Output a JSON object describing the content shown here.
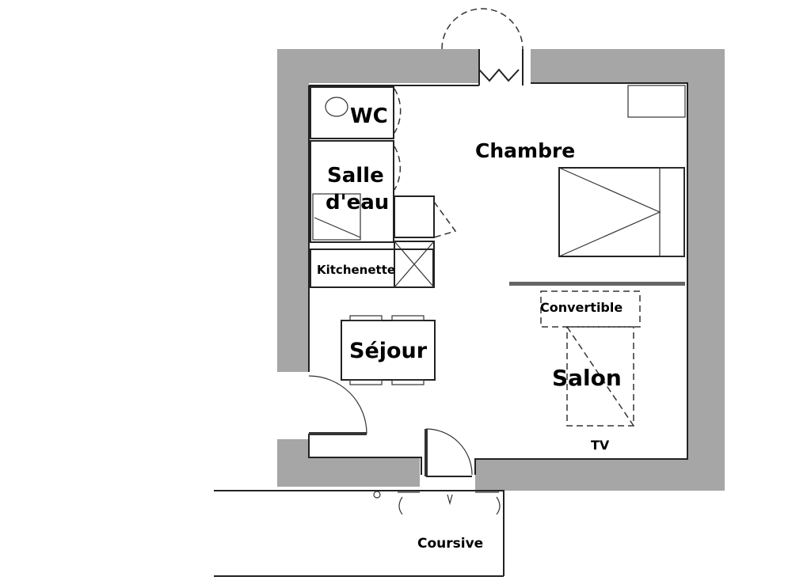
{
  "rooms": {
    "wc": "WC",
    "salle_1": "Salle",
    "salle_2": "d'eau",
    "chambre": "Chambre",
    "kitchenette": "Kitchenette",
    "convertible": "Convertible",
    "sejour": "Séjour",
    "salon": "Salon",
    "tv": "TV",
    "coursive": "Coursive"
  },
  "colors": {
    "wall": "#a6a6a6",
    "line": "#222222"
  }
}
